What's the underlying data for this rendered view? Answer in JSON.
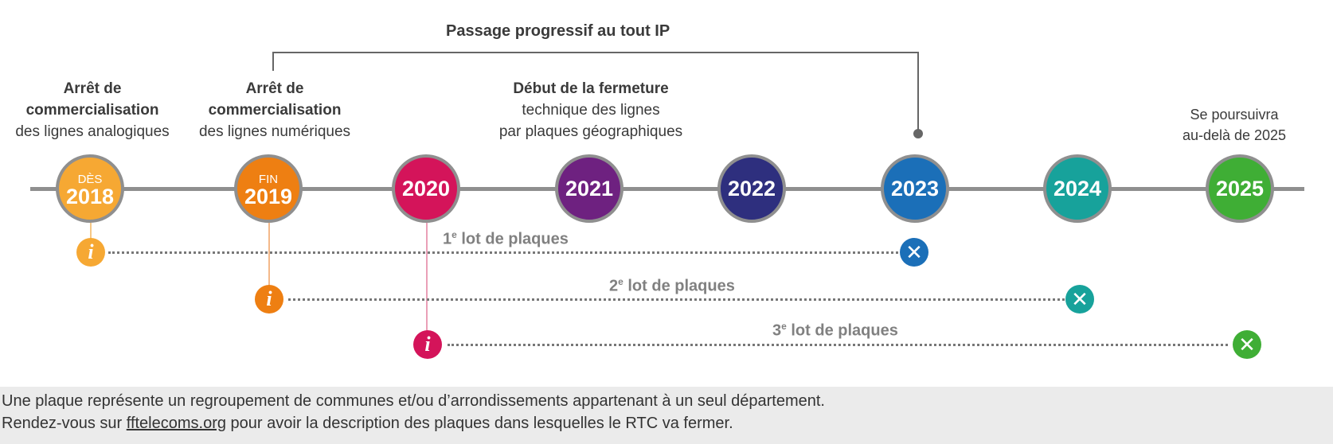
{
  "bracket": {
    "label": "Passage progressif au tout IP"
  },
  "milestones": [
    {
      "prefix": "DÈS",
      "year": "2018",
      "color": "#f6a833",
      "label_bold": [
        "Arrêt de",
        "commercialisation"
      ],
      "label_normal": [
        "des lignes analogiques"
      ]
    },
    {
      "prefix": "FIN",
      "year": "2019",
      "color": "#ee7f12",
      "label_bold": [
        "Arrêt de",
        "commercialisation"
      ],
      "label_normal": [
        "des lignes numériques"
      ]
    },
    {
      "prefix": "",
      "year": "2020",
      "color": "#d4145a"
    },
    {
      "prefix": "",
      "year": "2021",
      "color": "#6e2180",
      "label_bold": [
        "Début de la fermeture"
      ],
      "label_normal": [
        "technique des lignes",
        "par plaques géographiques"
      ]
    },
    {
      "prefix": "",
      "year": "2022",
      "color": "#2e2f7e"
    },
    {
      "prefix": "",
      "year": "2023",
      "color": "#1b6fb8"
    },
    {
      "prefix": "",
      "year": "2024",
      "color": "#17a29b"
    },
    {
      "prefix": "",
      "year": "2025",
      "color": "#3fae35",
      "label_normal": [
        "Se poursuivra",
        "au-delà de 2025"
      ]
    }
  ],
  "lots": [
    {
      "num": "1",
      "sup": "e",
      "text": "lot de plaques",
      "start_color": "#f6a833",
      "end_color": "#1b6fb8"
    },
    {
      "num": "2",
      "sup": "e",
      "text": "lot de plaques",
      "start_color": "#ee7f12",
      "end_color": "#17a29b"
    },
    {
      "num": "3",
      "sup": "e",
      "text": "lot de plaques",
      "start_color": "#d4145a",
      "end_color": "#3fae35"
    }
  ],
  "icons": {
    "info": "i",
    "close": "✕"
  },
  "footer": {
    "line1": "Une plaque représente un regroupement de communes et/ou d’arrondissements appartenant à un seul département.",
    "line2_pre": "Rendez-vous sur ",
    "link": "fftelecoms.org",
    "line2_post": " pour avoir la description des plaques dans lesquelles le RTC va fermer."
  }
}
